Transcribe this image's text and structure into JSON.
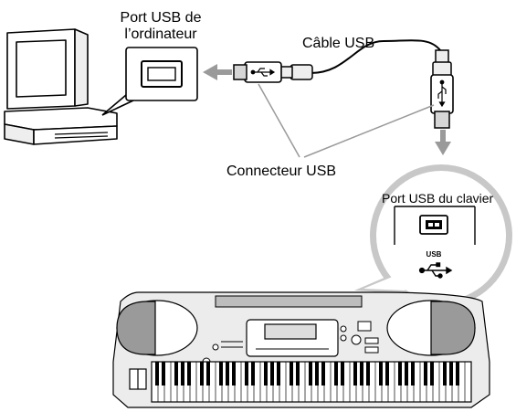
{
  "labels": {
    "computer_port_line1": "Port USB de",
    "computer_port_line2": "l’ordinateur",
    "cable": "Câble USB",
    "connector": "Connecteur USB",
    "keyboard_port": "Port USB du clavier",
    "usb_text": "USB"
  },
  "icons": {
    "computer": "computer-icon",
    "usb_cable": "usb-cable-icon",
    "usb_symbol": "usb-symbol-icon",
    "keyboard": "electronic-keyboard-icon"
  },
  "colors": {
    "line": "#000000",
    "arrow": "#9a9a9a",
    "bubble": "#c8c8c8",
    "body_fill": "#ececec",
    "plug_fill": "#d6d6d6"
  }
}
